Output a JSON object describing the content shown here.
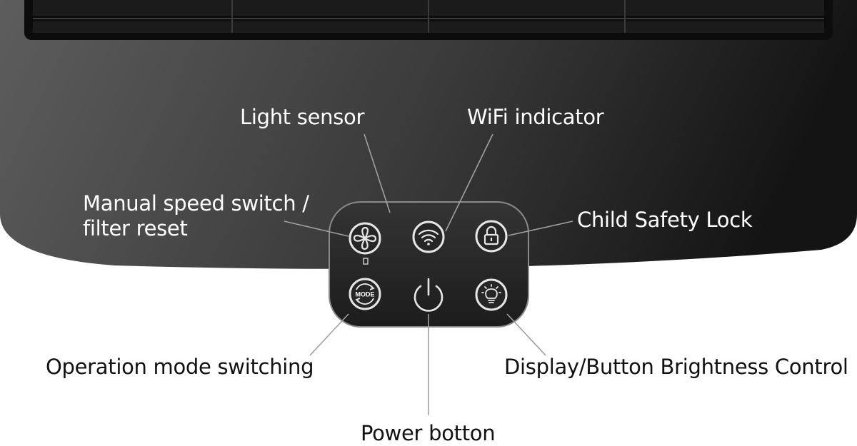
{
  "colors": {
    "body_light": "#5a5a5a",
    "body_dark": "#121212",
    "panel": "#2c2c2c",
    "icon_ring": "#e6e6e6",
    "leader_line": "#9a9a9a",
    "label_on_device": "#ffffff",
    "label_on_page": "#111111"
  },
  "labels": {
    "light_sensor": "Light sensor",
    "wifi_indicator": "WiFi indicator",
    "manual_speed_line1": "Manual speed switch /",
    "manual_speed_line2": "filter reset",
    "child_lock": "Child Safety Lock",
    "operation_mode": "Operation mode switching",
    "brightness": "Display/Button Brightness Control",
    "power": "Power botton"
  },
  "controls": {
    "fan": {
      "icon": "fan-icon"
    },
    "wifi": {
      "icon": "wifi-icon"
    },
    "lock": {
      "icon": "lock-icon"
    },
    "mode": {
      "icon": "mode-icon",
      "text": "MODE"
    },
    "power": {
      "icon": "power-icon"
    },
    "brightness": {
      "icon": "lightbulb-icon"
    }
  }
}
